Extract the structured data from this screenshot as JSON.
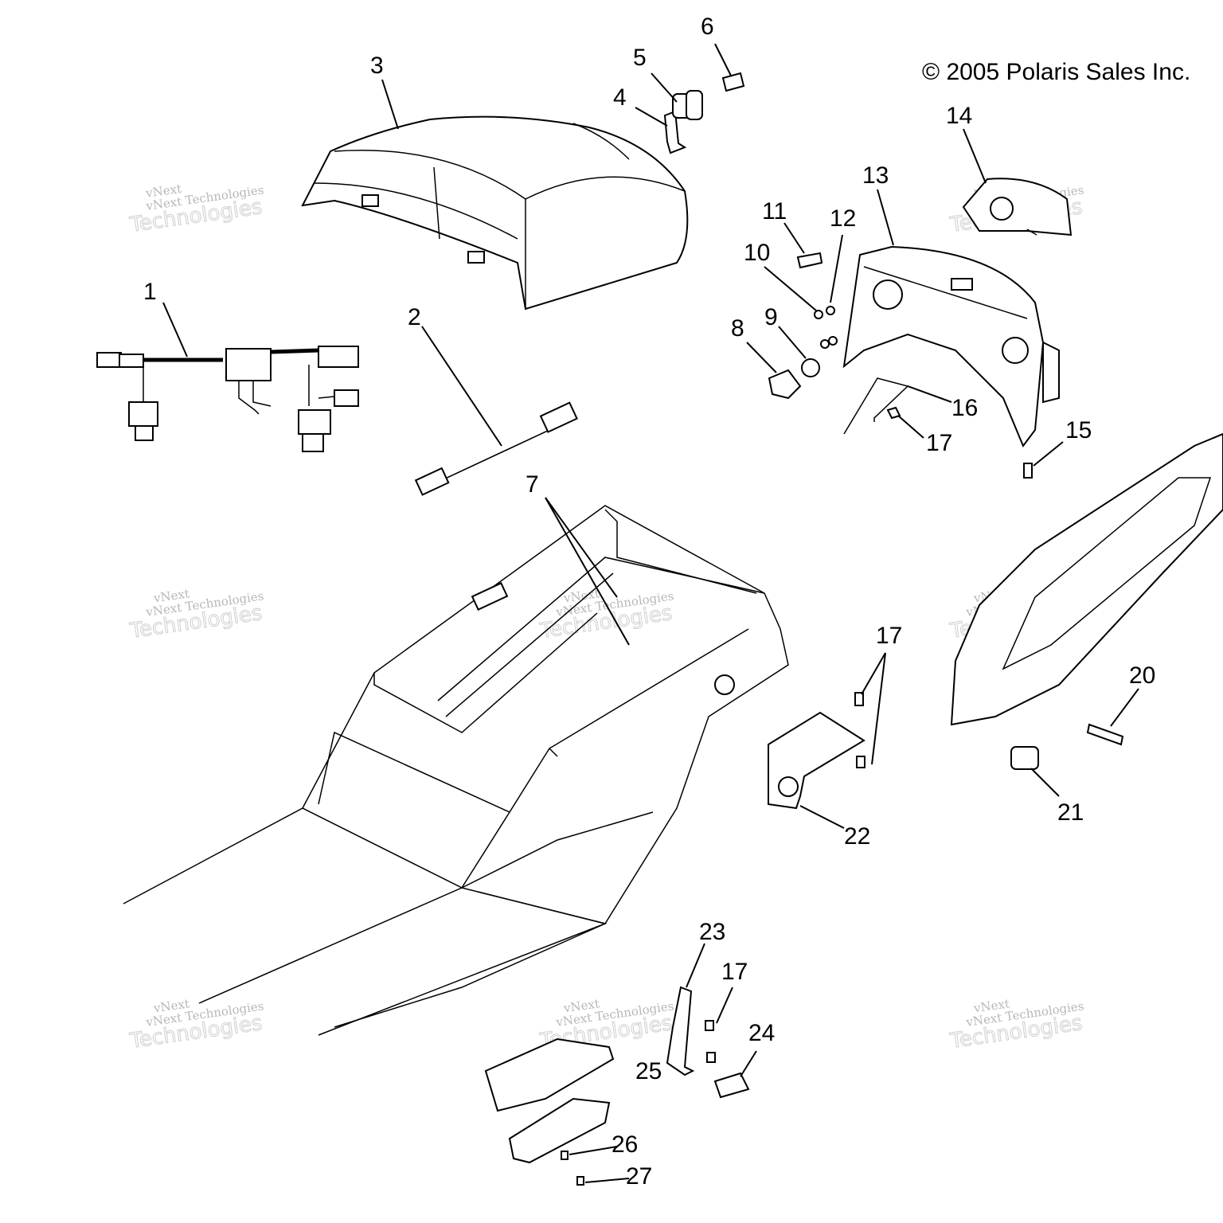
{
  "copyright": "© 2005 Polaris Sales Inc.",
  "watermark": {
    "line1": "vNext Technologies",
    "line2": "vNext",
    "line3": "Technologies"
  },
  "callouts": {
    "c1": "1",
    "c2": "2",
    "c3": "3",
    "c4": "4",
    "c5": "5",
    "c6": "6",
    "c7": "7",
    "c8": "8",
    "c9": "9",
    "c10": "10",
    "c11": "11",
    "c12": "12",
    "c13": "13",
    "c14": "14",
    "c15": "15",
    "c16": "16",
    "c17a": "17",
    "c17b": "17",
    "c17c": "17",
    "c20": "20",
    "c21": "21",
    "c22": "22",
    "c23": "23",
    "c24": "24",
    "c25": "25",
    "c26": "26",
    "c27": "27"
  }
}
